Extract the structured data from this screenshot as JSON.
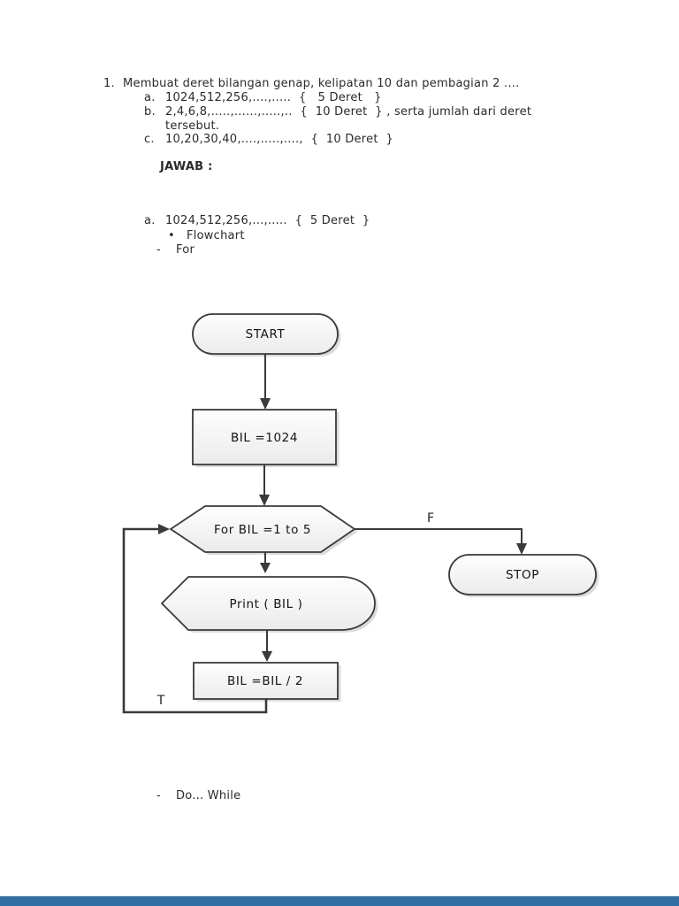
{
  "page": {
    "background": "#ffffff",
    "footer": {
      "color": "#2e6fa5"
    }
  },
  "question": {
    "number": "1.",
    "text": "Membuat deret bilangan genap, kelipatan 10 dan pembagian 2 ....",
    "options": [
      {
        "label": "a.",
        "text": "1024,512,256,....,.....  {   5 Deret   }"
      },
      {
        "label": "b.",
        "text": "2,4,6,8,.....,......,.....,..  {  10 Deret  } , serta jumlah dari deret"
      },
      {
        "label": "",
        "text": "tersebut."
      },
      {
        "label": "c.",
        "text": "10,20,30,40,....,.....,....,  {  10 Deret  }"
      }
    ]
  },
  "answer": {
    "heading": "JAWAB :",
    "item": {
      "label": "a.",
      "text": "1024,512,256,...,.....  {  5 Deret  }"
    },
    "bullet": {
      "marker": "•",
      "text": "Flowchart"
    },
    "method_for": {
      "marker": "-",
      "text": "For"
    },
    "method_dowhile": {
      "marker": "-",
      "text": "Do... While"
    }
  },
  "flowchart": {
    "nodes": {
      "start": "START",
      "init": "BIL =1024",
      "loop": "For BIL =1 to 5",
      "print": "Print ( BIL )",
      "update": "BIL =BIL / 2",
      "stop": "STOP"
    },
    "branch_labels": {
      "true": "T",
      "false": "F"
    },
    "colors": {
      "stroke": "#3a3a3a",
      "fill_top": "#fefefe",
      "fill_bottom": "#ebebeb",
      "shadow": "#cccccc",
      "text": "#141414"
    }
  }
}
